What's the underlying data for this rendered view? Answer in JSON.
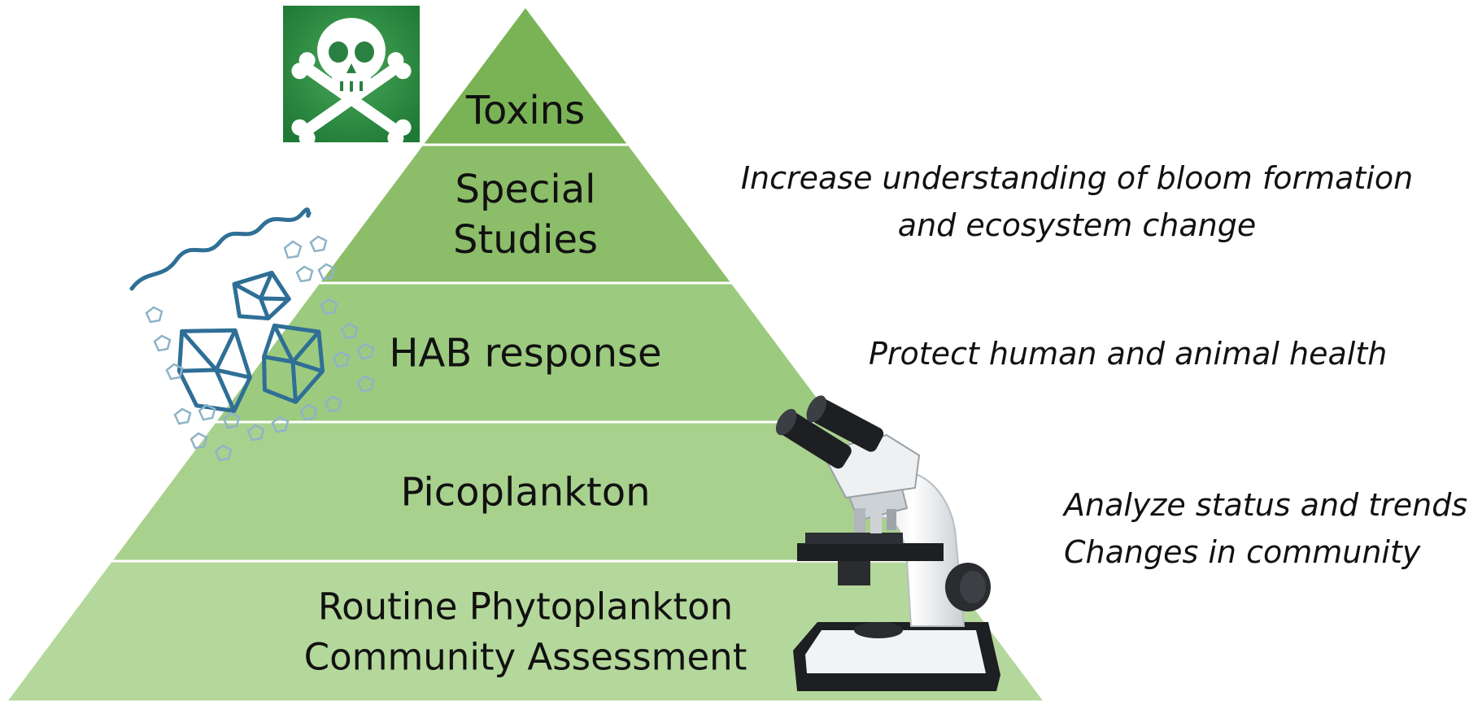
{
  "pyramid": {
    "tiers": [
      {
        "lines": [
          "Toxins"
        ],
        "color": "#7ab356"
      },
      {
        "lines": [
          "Special",
          "Studies"
        ],
        "color": "#8cbd69"
      },
      {
        "lines": [
          "HAB response"
        ],
        "color": "#9ccb7f"
      },
      {
        "lines": [
          "Picoplankton"
        ],
        "color": "#a9d18e"
      },
      {
        "lines": [
          "Routine Phytoplankton",
          "Community Assessment"
        ],
        "color": "#b4d89b"
      }
    ]
  },
  "notes": {
    "special": [
      "Increase understanding of bloom formation",
      "and ecosystem change"
    ],
    "hab": [
      "Protect human and animal health"
    ],
    "routine": [
      "Analyze status and trends",
      "Changes in community"
    ]
  },
  "icons": {
    "toxin": "skull-and-crossbones-icon",
    "phytoplankton": "phytoplankton-illustration",
    "microscope": "microscope-illustration"
  },
  "colors": {
    "toxin_badge": "#2e8b43",
    "plankton": "#2f6f96"
  }
}
